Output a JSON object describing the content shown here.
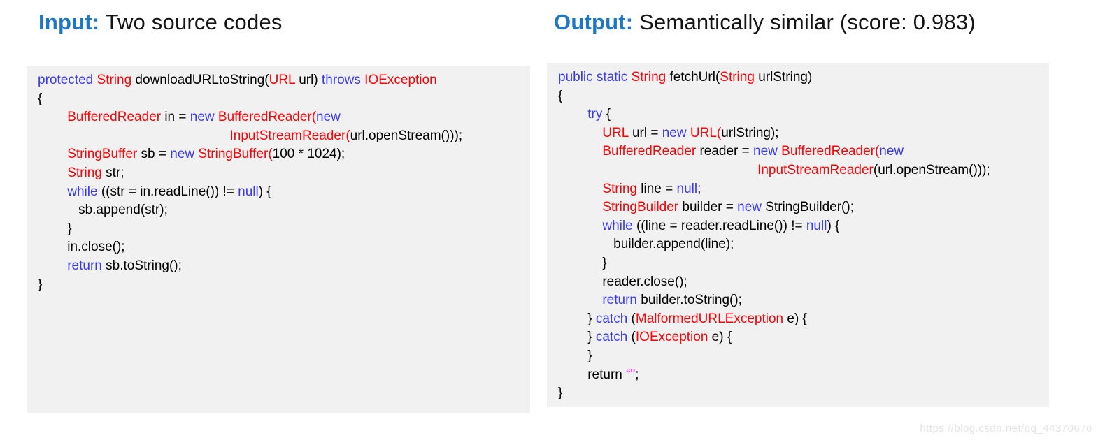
{
  "colors": {
    "accent_blue": "#1f76c2",
    "keyword_blue": "#3a3af0",
    "type_red": "#fb0207",
    "plain_black": "#000000",
    "string_magenta": "#ff00ff",
    "panel_bg": "#f1f1f2",
    "watermark_gray": "#e4e4e4"
  },
  "headers": {
    "input_label": "Input:",
    "input_text": " Two source codes",
    "output_label": "Output:",
    "output_text": " Semantically similar (score: 0.983)"
  },
  "panels": [
    {
      "id": "input-code",
      "lines": [
        [
          {
            "t": "protected",
            "c": "kw"
          },
          {
            "t": " ",
            "c": "pl"
          },
          {
            "t": "String",
            "c": "ty"
          },
          {
            "t": " downloadURLtoString(",
            "c": "pl"
          },
          {
            "t": "URL",
            "c": "ty"
          },
          {
            "t": " url) ",
            "c": "pl"
          },
          {
            "t": "throws",
            "c": "kw"
          },
          {
            "t": " ",
            "c": "pl"
          },
          {
            "t": "IOException",
            "c": "ty"
          }
        ],
        [
          {
            "t": "{",
            "c": "pl"
          }
        ],
        [
          {
            "t": "        ",
            "c": "pl"
          },
          {
            "t": "BufferedReader",
            "c": "ty"
          },
          {
            "t": " in = ",
            "c": "pl"
          },
          {
            "t": "new",
            "c": "kw"
          },
          {
            "t": " ",
            "c": "pl"
          },
          {
            "t": "BufferedReader(",
            "c": "ty"
          },
          {
            "t": "new",
            "c": "kw"
          }
        ],
        [
          {
            "t": "                                                    ",
            "c": "pl"
          },
          {
            "t": "InputStreamReader(",
            "c": "ty"
          },
          {
            "t": "url.openStream()));",
            "c": "pl"
          }
        ],
        [
          {
            "t": "        ",
            "c": "pl"
          },
          {
            "t": "StringBuffer",
            "c": "ty"
          },
          {
            "t": " sb = ",
            "c": "pl"
          },
          {
            "t": "new",
            "c": "kw"
          },
          {
            "t": " ",
            "c": "pl"
          },
          {
            "t": "StringBuffer(",
            "c": "ty"
          },
          {
            "t": "100 * 1024);",
            "c": "pl"
          }
        ],
        [
          {
            "t": "        ",
            "c": "pl"
          },
          {
            "t": "String",
            "c": "ty"
          },
          {
            "t": " str;",
            "c": "pl"
          }
        ],
        [
          {
            "t": "        ",
            "c": "pl"
          },
          {
            "t": "while",
            "c": "kw"
          },
          {
            "t": " ((str = in.readLine()) != ",
            "c": "pl"
          },
          {
            "t": "null",
            "c": "kw"
          },
          {
            "t": ") {",
            "c": "pl"
          }
        ],
        [
          {
            "t": "           sb.append(str);",
            "c": "pl"
          }
        ],
        [
          {
            "t": "        }",
            "c": "pl"
          }
        ],
        [
          {
            "t": "        in.close();",
            "c": "pl"
          }
        ],
        [
          {
            "t": "        ",
            "c": "pl"
          },
          {
            "t": "return",
            "c": "kw"
          },
          {
            "t": " sb.toString();",
            "c": "pl"
          }
        ],
        [
          {
            "t": "}",
            "c": "pl"
          }
        ]
      ]
    },
    {
      "id": "output-code",
      "lines": [
        [
          {
            "t": "public static",
            "c": "kw"
          },
          {
            "t": " ",
            "c": "pl"
          },
          {
            "t": "String",
            "c": "ty"
          },
          {
            "t": " fetchUrl(",
            "c": "pl"
          },
          {
            "t": "String",
            "c": "ty"
          },
          {
            "t": " urlString)",
            "c": "pl"
          }
        ],
        [
          {
            "t": "{",
            "c": "pl"
          }
        ],
        [
          {
            "t": "        ",
            "c": "pl"
          },
          {
            "t": "try",
            "c": "kw"
          },
          {
            "t": " {",
            "c": "pl"
          }
        ],
        [
          {
            "t": "            ",
            "c": "pl"
          },
          {
            "t": "URL",
            "c": "ty"
          },
          {
            "t": " url = ",
            "c": "pl"
          },
          {
            "t": "new",
            "c": "kw"
          },
          {
            "t": " ",
            "c": "pl"
          },
          {
            "t": "URL(",
            "c": "ty"
          },
          {
            "t": "urlString);",
            "c": "pl"
          }
        ],
        [
          {
            "t": "            ",
            "c": "pl"
          },
          {
            "t": "BufferedReader",
            "c": "ty"
          },
          {
            "t": " reader = ",
            "c": "pl"
          },
          {
            "t": "new",
            "c": "kw"
          },
          {
            "t": " ",
            "c": "pl"
          },
          {
            "t": "BufferedReader(",
            "c": "ty"
          },
          {
            "t": "new",
            "c": "kw"
          }
        ],
        [
          {
            "t": "                                                      ",
            "c": "pl"
          },
          {
            "t": "InputStreamReader",
            "c": "ty"
          },
          {
            "t": "(url.openStream()));",
            "c": "pl"
          }
        ],
        [
          {
            "t": "            ",
            "c": "pl"
          },
          {
            "t": "String",
            "c": "ty"
          },
          {
            "t": " line = ",
            "c": "pl"
          },
          {
            "t": "null",
            "c": "kw"
          },
          {
            "t": ";",
            "c": "pl"
          }
        ],
        [
          {
            "t": "            ",
            "c": "pl"
          },
          {
            "t": "StringBuilder",
            "c": "ty"
          },
          {
            "t": " builder = ",
            "c": "pl"
          },
          {
            "t": "new",
            "c": "kw"
          },
          {
            "t": " StringBuilder();",
            "c": "pl"
          }
        ],
        [
          {
            "t": "            ",
            "c": "pl"
          },
          {
            "t": "while",
            "c": "kw"
          },
          {
            "t": " ((line = reader.readLine()) != ",
            "c": "pl"
          },
          {
            "t": "null",
            "c": "kw"
          },
          {
            "t": ") {",
            "c": "pl"
          }
        ],
        [
          {
            "t": "               builder.append(line);",
            "c": "pl"
          }
        ],
        [
          {
            "t": "            }",
            "c": "pl"
          }
        ],
        [
          {
            "t": "            reader.close();",
            "c": "pl"
          }
        ],
        [
          {
            "t": "            ",
            "c": "pl"
          },
          {
            "t": "return",
            "c": "kw"
          },
          {
            "t": " builder.toString();",
            "c": "pl"
          }
        ],
        [
          {
            "t": "        } ",
            "c": "pl"
          },
          {
            "t": "catch",
            "c": "kw"
          },
          {
            "t": " (",
            "c": "pl"
          },
          {
            "t": "MalformedURLException",
            "c": "ty"
          },
          {
            "t": " e) {",
            "c": "pl"
          }
        ],
        [
          {
            "t": "        } ",
            "c": "pl"
          },
          {
            "t": "catch",
            "c": "kw"
          },
          {
            "t": " (",
            "c": "pl"
          },
          {
            "t": "IOException",
            "c": "ty"
          },
          {
            "t": " e) {",
            "c": "pl"
          }
        ],
        [
          {
            "t": "        }",
            "c": "pl"
          }
        ],
        [
          {
            "t": "        return ",
            "c": "pl"
          },
          {
            "t": "“\"",
            "c": "st"
          },
          {
            "t": ";",
            "c": "pl"
          }
        ],
        [
          {
            "t": "}",
            "c": "pl"
          }
        ]
      ]
    }
  ],
  "watermark": "https://blog.csdn.net/qq_44370676"
}
